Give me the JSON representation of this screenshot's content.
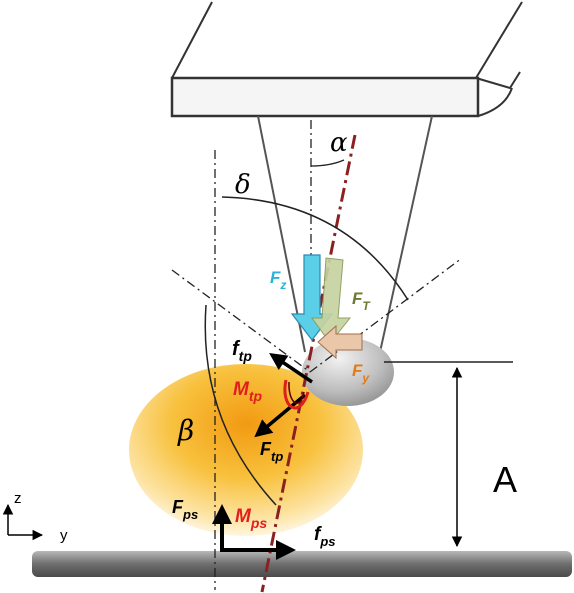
{
  "labels": {
    "alpha": "α",
    "delta": "δ",
    "beta": "β",
    "fz_main": "F",
    "fz_sub": "z",
    "ft_main": "F",
    "ft_sub": "T",
    "fy_main": "F",
    "fy_sub": "y",
    "ftp_lower_main": "f",
    "ftp_lower_sub": "tp",
    "mtp_main": "M",
    "mtp_sub": "tp",
    "ftp_upper_main": "F",
    "ftp_upper_sub": "tp",
    "fps_upper_main": "F",
    "fps_upper_sub": "ps",
    "mps_main": "M",
    "mps_sub": "ps",
    "fps_lower_main": "f",
    "fps_lower_sub": "ps",
    "dimension_a": "A",
    "axis_z": "z",
    "axis_y": "y"
  },
  "colors": {
    "fz_arrow": "#5ccfe8",
    "ft_arrow": "#c6d3a0",
    "fy_arrow": "#e9c7a8",
    "fz_text": "#2ab3d6",
    "ft_text": "#6d7a2f",
    "fy_text": "#e07b1a",
    "moment_text": "#e01e1e",
    "moment_arc": "#e01e1e",
    "tilted_axis": "#8b2020",
    "droplet_top": "#f5a623",
    "droplet_mid": "#fbd56b",
    "substrate": "#8c8c8c",
    "tip_ball": "#b9b9b9"
  }
}
